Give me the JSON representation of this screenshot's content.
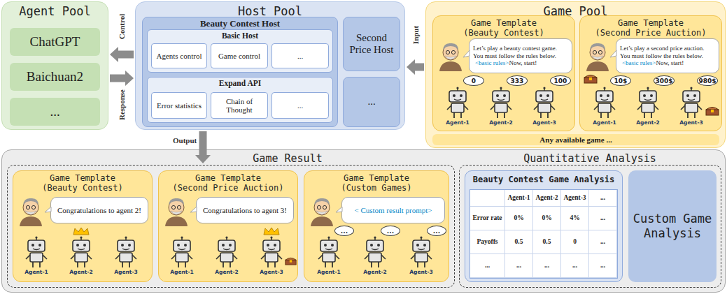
{
  "diagram": {
    "nodes": [
      {
        "text": [
          "Agent Pool"
        ]
      },
      {
        "text": [
          "ChatGPT"
        ],
        "in": 0
      },
      {
        "text": [
          "Baichuan2"
        ],
        "in": 0
      },
      {
        "text": [
          "..."
        ],
        "in": 0
      },
      {
        "text": [
          "Host Pool"
        ]
      },
      {
        "text": [
          "Beauty Contest Host"
        ],
        "in": 4
      },
      {
        "text": [
          "Basic Host"
        ],
        "in": 5
      },
      {
        "text": [
          "Agents control"
        ],
        "in": 6
      },
      {
        "text": [
          "Game control"
        ],
        "in": 6
      },
      {
        "text": [
          "..."
        ],
        "in": 6
      },
      {
        "text": [
          "Expand API"
        ],
        "in": 5
      },
      {
        "text": [
          "Error statistics"
        ],
        "in": 10
      },
      {
        "text": [
          "Chain of Thought"
        ],
        "in": 10
      },
      {
        "text": [
          "..."
        ],
        "in": 10
      },
      {
        "text": [
          "Second Price Host"
        ],
        "in": 4
      },
      {
        "text": [
          "..."
        ],
        "in": 4
      },
      {
        "text": [
          "Game Pool"
        ]
      },
      {
        "text": [
          "Game Template (Beauty Contest)"
        ],
        "in": 16
      },
      {
        "text": [
          "Let’s play a beauty contest game. You must follow the rules below.",
          "<basic rules>",
          "Now, start!"
        ],
        "in": 17
      },
      {
        "text": [
          "0"
        ],
        "in": 17
      },
      {
        "text": [
          "333"
        ],
        "in": 17
      },
      {
        "text": [
          "100"
        ],
        "in": 17
      },
      {
        "text": [
          "Game Template (Second Price Auction)"
        ],
        "in": 16
      },
      {
        "text": [
          "Let’s play a second price auction. You must follow the rules below.",
          "<basic rules>",
          "Now, start!"
        ],
        "in": 22
      },
      {
        "text": [
          "10$"
        ],
        "in": 22
      },
      {
        "text": [
          "300$"
        ],
        "in": 22
      },
      {
        "text": [
          "980$"
        ],
        "in": 22
      },
      {
        "text": [
          "Any available game ..."
        ],
        "in": 16
      },
      {
        "text": [
          "Game Result"
        ]
      },
      {
        "text": [
          "Game Template (Beauty Contest)"
        ],
        "in": 28
      },
      {
        "text": [
          "Congratulations to agent 2!"
        ],
        "in": 29
      },
      {
        "text": [
          "Game Template (Second Price Auction)"
        ],
        "in": 28
      },
      {
        "text": [
          "Congratulations to agent 3!"
        ],
        "in": 31
      },
      {
        "text": [
          "Game Template (Custom Games)"
        ],
        "in": 28
      },
      {
        "text": [
          "< Custom result prompt>"
        ],
        "in": 33
      },
      {
        "text": [
          "..."
        ],
        "in": 33
      },
      {
        "text": [
          "..."
        ],
        "in": 33
      },
      {
        "text": [
          "..."
        ],
        "in": 33
      },
      {
        "text": [
          "Quantitative Analysis"
        ]
      },
      {
        "text": [
          "Beauty Contest Game Analysis"
        ],
        "in": 38
      },
      {
        "text": [
          "Custom Game Analysis"
        ],
        "in": 38
      }
    ],
    "edges": [
      {
        "from": 4,
        "to": 0,
        "arrow": "to",
        "label": "Control"
      },
      {
        "from": 0,
        "to": 4,
        "arrow": "to",
        "label": "Response"
      },
      {
        "from": 16,
        "to": 4,
        "arrow": "to",
        "label": "Input"
      },
      {
        "from": 4,
        "to": 28,
        "arrow": "to",
        "label": "Output"
      }
    ],
    "labels": [
      "Agent-1",
      "Agent-2",
      "Agent-3",
      "Agent-1",
      "Agent-2",
      "Agent-3",
      "Agent-1",
      "Agent-2",
      "Agent-3",
      "Agent-1",
      "Agent-2",
      "Agent-3",
      "Agent-1",
      "Agent-2",
      "Agent-3",
      "Agent-1",
      "Agent-2",
      "Agent-3",
      "...",
      "Error rate",
      "0%",
      "0%",
      "4%",
      "...",
      "Payoffs",
      "0.5",
      "0.5",
      "0",
      "...",
      "...",
      "...",
      "...",
      "...",
      "..."
    ]
  }
}
